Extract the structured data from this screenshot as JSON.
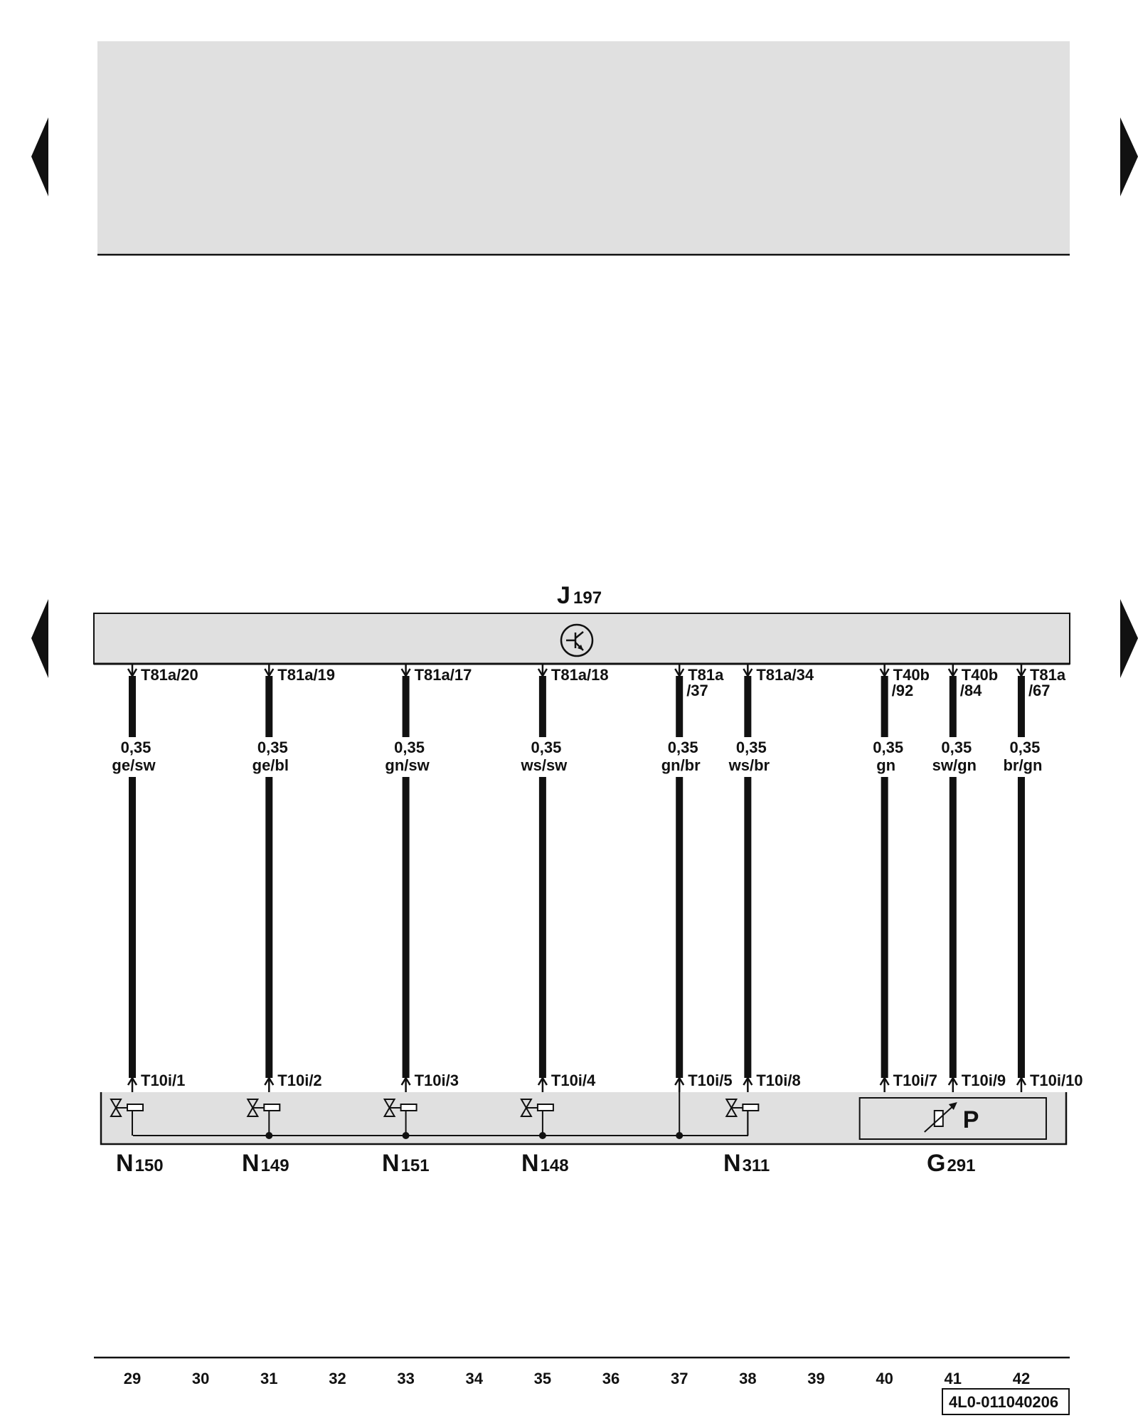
{
  "control_unit": {
    "letter": "J",
    "number": "197"
  },
  "wires": [
    {
      "id": "w1",
      "col": "29",
      "top_pin": [
        "T81a/20"
      ],
      "size": "0,35",
      "color_code": "ge/sw",
      "bottom_pin": "T10i/1"
    },
    {
      "id": "w2",
      "col": "31",
      "top_pin": [
        "T81a/19"
      ],
      "size": "0,35",
      "color_code": "ge/bl",
      "bottom_pin": "T10i/2"
    },
    {
      "id": "w3",
      "col": "33",
      "top_pin": [
        "T81a/17"
      ],
      "size": "0,35",
      "color_code": "gn/sw",
      "bottom_pin": "T10i/3"
    },
    {
      "id": "w4",
      "col": "35",
      "top_pin": [
        "T81a/18"
      ],
      "size": "0,35",
      "color_code": "ws/sw",
      "bottom_pin": "T10i/4"
    },
    {
      "id": "w5",
      "col": "37",
      "top_pin": [
        "T81a",
        "/37"
      ],
      "size": "0,35",
      "color_code": "gn/br",
      "bottom_pin": "T10i/5"
    },
    {
      "id": "w6",
      "col": "38",
      "top_pin": [
        "T81a/34"
      ],
      "size": "0,35",
      "color_code": "ws/br",
      "bottom_pin": "T10i/8"
    },
    {
      "id": "w7",
      "col": "40",
      "top_pin": [
        "T40b",
        "/92"
      ],
      "size": "0,35",
      "color_code": "gn",
      "bottom_pin": "T10i/7"
    },
    {
      "id": "w8",
      "col": "41",
      "top_pin": [
        "T40b",
        "/84"
      ],
      "size": "0,35",
      "color_code": "sw/gn",
      "bottom_pin": "T10i/9"
    },
    {
      "id": "w9",
      "col": "42",
      "top_pin": [
        "T81a",
        "/67"
      ],
      "size": "0,35",
      "color_code": "br/gn",
      "bottom_pin": "T10i/10"
    }
  ],
  "components": [
    {
      "id": "n150",
      "letter": "N",
      "number": "150",
      "kind": "solenoid-valve"
    },
    {
      "id": "n149",
      "letter": "N",
      "number": "149",
      "kind": "solenoid-valve"
    },
    {
      "id": "n151",
      "letter": "N",
      "number": "151",
      "kind": "solenoid-valve"
    },
    {
      "id": "n148",
      "letter": "N",
      "number": "148",
      "kind": "solenoid-valve"
    },
    {
      "id": "n311",
      "letter": "N",
      "number": "311",
      "kind": "solenoid-valve"
    },
    {
      "id": "g291",
      "letter": "G",
      "number": "291",
      "kind": "pressure-sender"
    }
  ],
  "pressure_symbol": "P",
  "columns": [
    "29",
    "30",
    "31",
    "32",
    "33",
    "34",
    "35",
    "36",
    "37",
    "38",
    "39",
    "40",
    "41",
    "42"
  ],
  "document_id": "4L0-011040206",
  "colors": {
    "panel": "#e0e0e0",
    "ink": "#111111"
  }
}
